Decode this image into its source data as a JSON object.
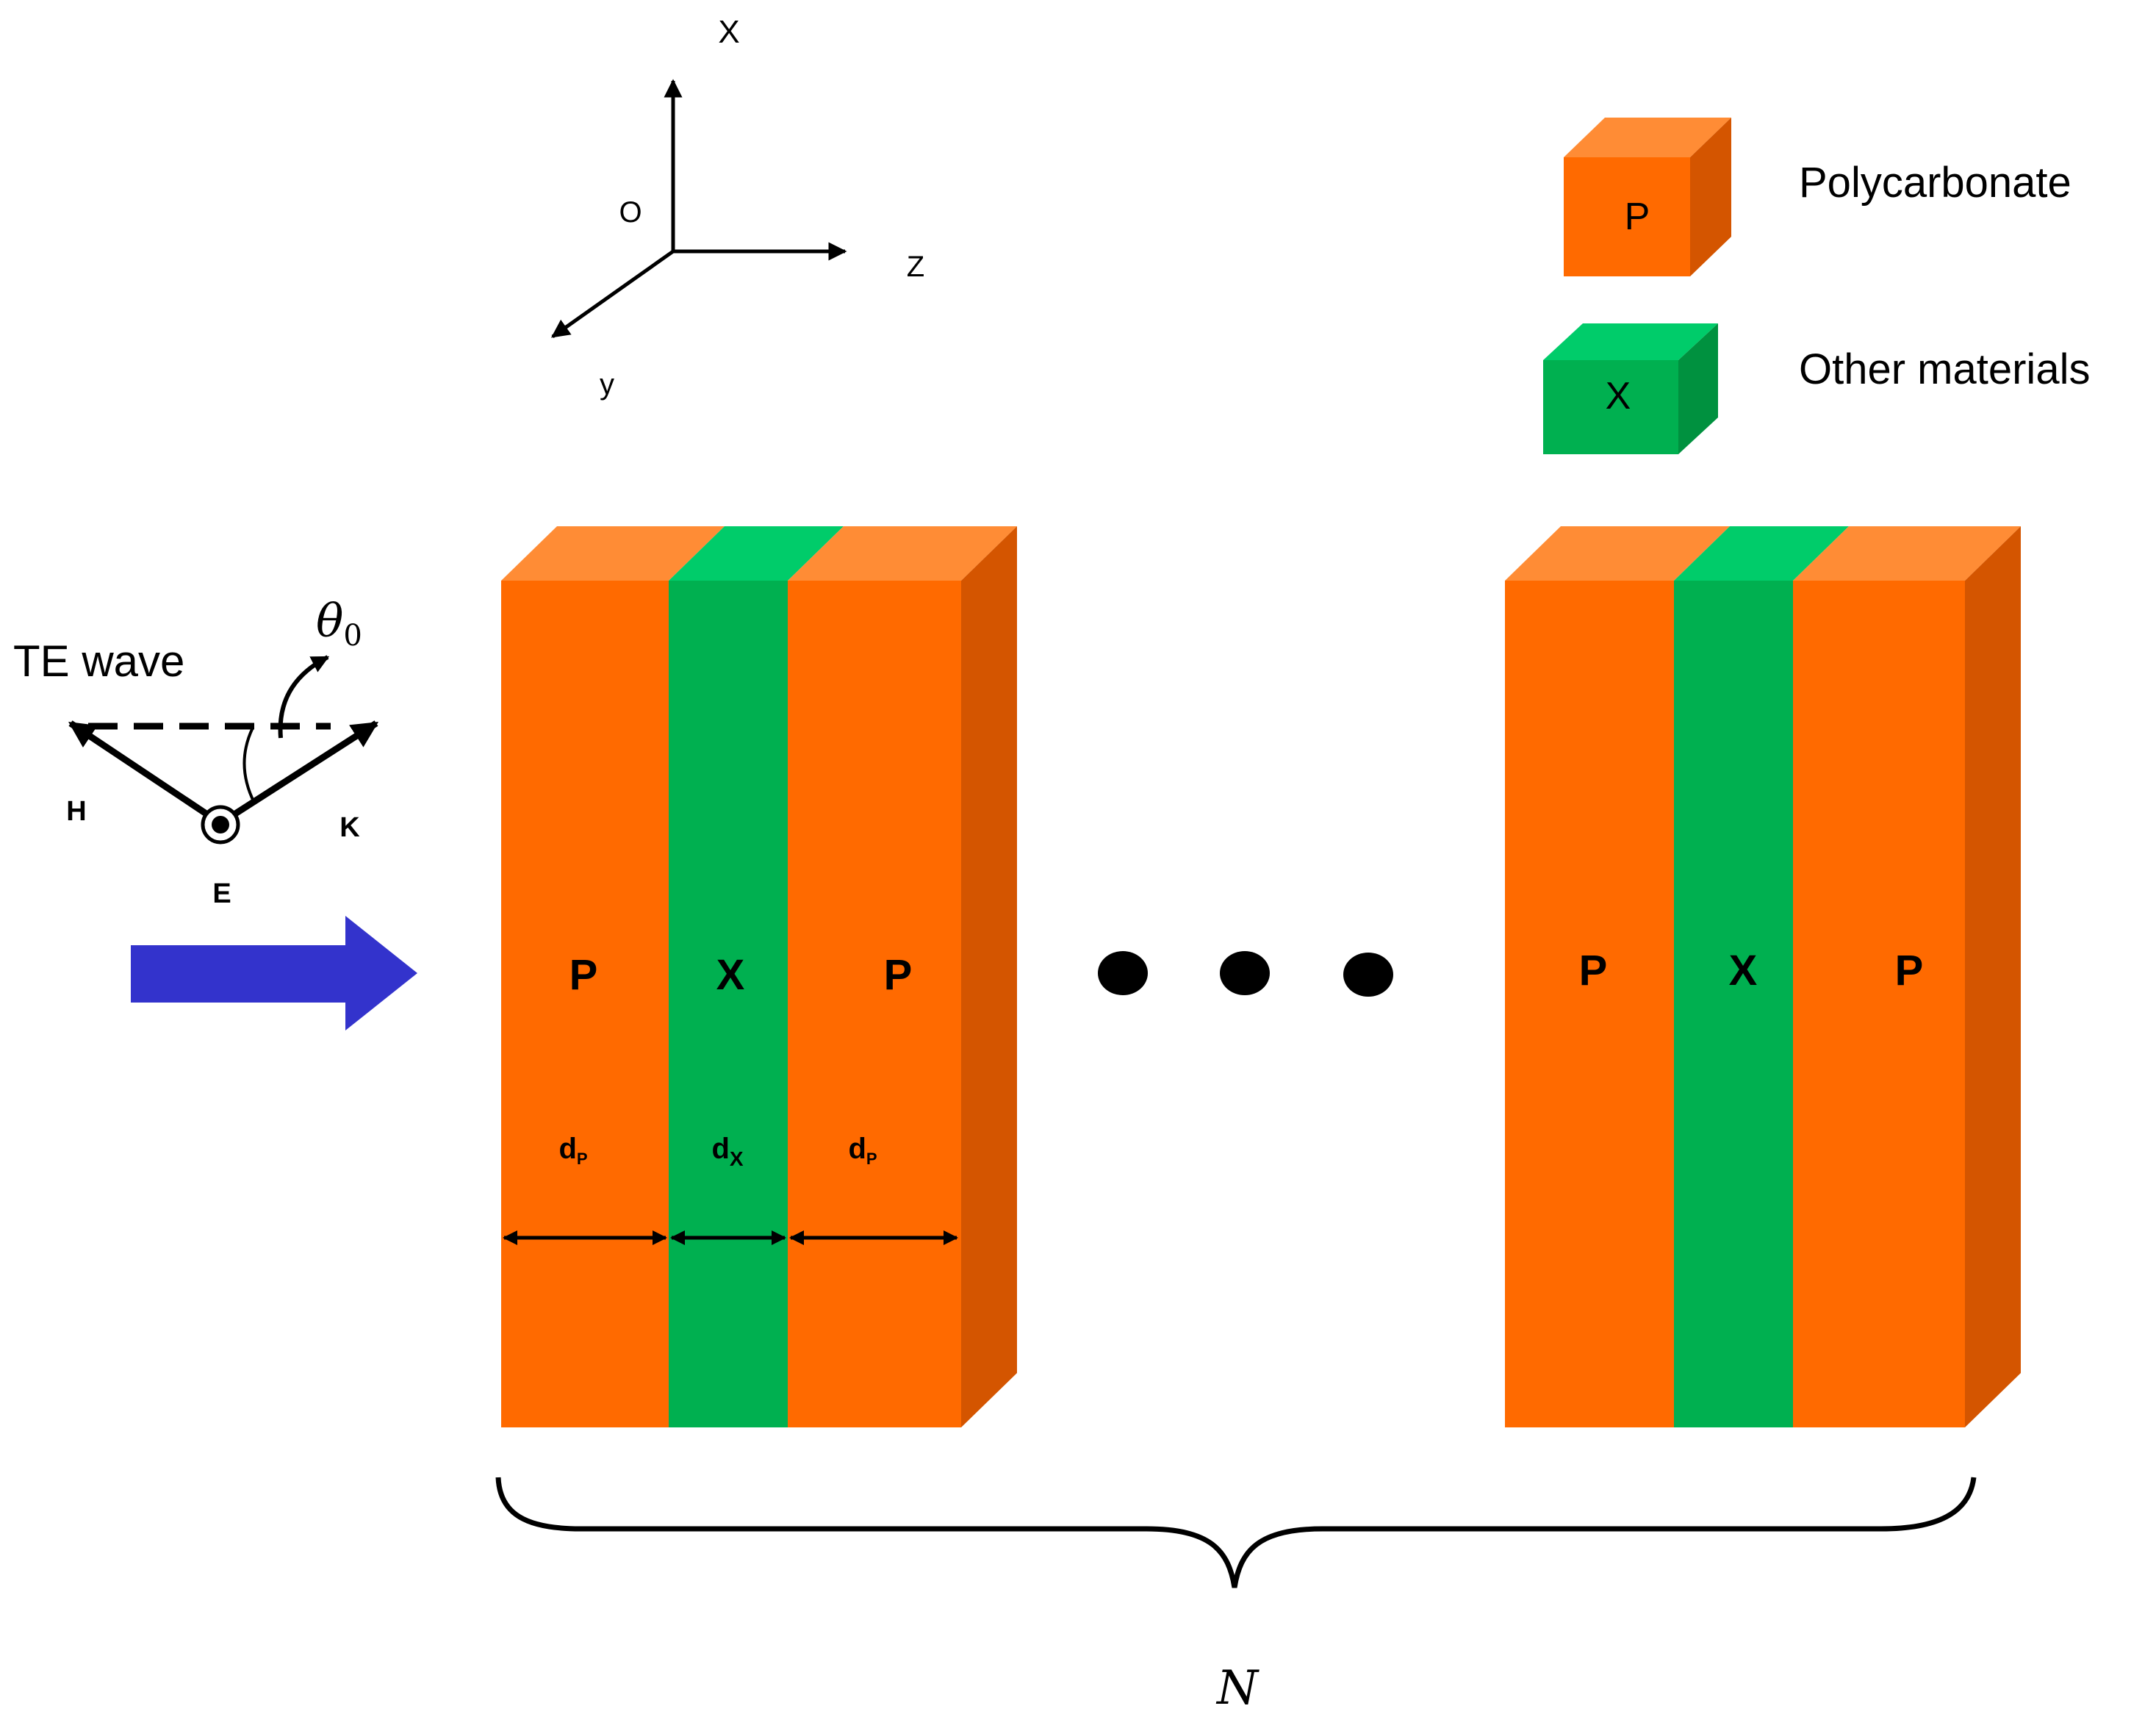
{
  "axes": {
    "x_label": "X",
    "y_label": "y",
    "z_label": "Z",
    "origin_label": "O"
  },
  "legend": {
    "items": [
      {
        "symbol": "P",
        "label": "Polycarbonate",
        "color": "#ff6a00"
      },
      {
        "symbol": "X",
        "label": "Other materials",
        "color": "#00b050"
      }
    ]
  },
  "wave": {
    "title": "TE wave",
    "angle_symbol": "θ",
    "angle_subscript": "0",
    "h_label": "H",
    "k_label": "K",
    "e_label": "E",
    "arrow_color": "#3333cc"
  },
  "block1": {
    "layers": [
      "P",
      "X",
      "P"
    ],
    "thickness": {
      "dp_main": "d",
      "dp_sub": "P",
      "dx_main": "d",
      "dx_sub": "X"
    }
  },
  "block2": {
    "layers": [
      "P",
      "X",
      "P"
    ]
  },
  "period_label": "N",
  "colors": {
    "orange_front": "#ff6a00",
    "orange_top": "#ff8c35",
    "orange_side": "#d45500",
    "green_front": "#00b050",
    "green_top": "#00cc6a",
    "green_side": "#00913f"
  }
}
